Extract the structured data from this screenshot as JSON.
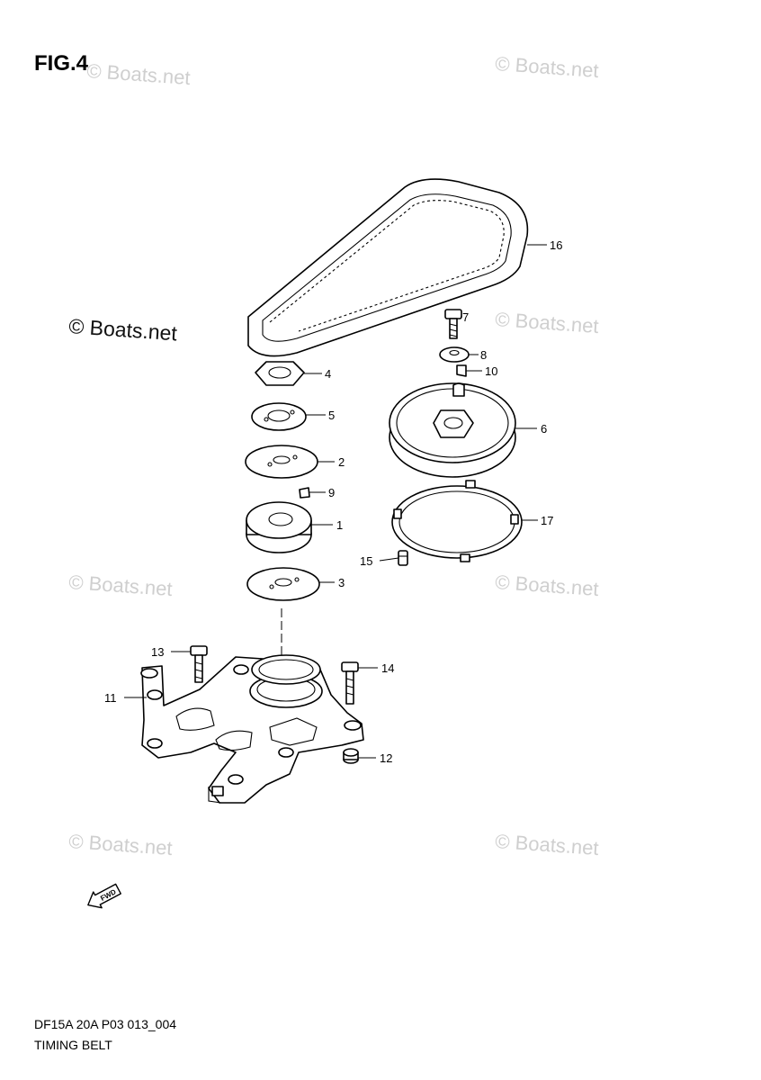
{
  "figure_label": "FIG.4",
  "watermarks": [
    "© Boats.net",
    "© Boats.net",
    "© Boats.net",
    "© Boats.net",
    "© Boats.net",
    "© Boats.net",
    "© Boats.net",
    "© Boats.net"
  ],
  "callouts": [
    "16",
    "7",
    "8",
    "10",
    "4",
    "5",
    "6",
    "2",
    "9",
    "1",
    "17",
    "15",
    "3",
    "13",
    "14",
    "11",
    "12"
  ],
  "fwd_label": "FWD",
  "caption": {
    "code": "DF15A 20A P03 013_004",
    "title": "TIMING BELT"
  }
}
